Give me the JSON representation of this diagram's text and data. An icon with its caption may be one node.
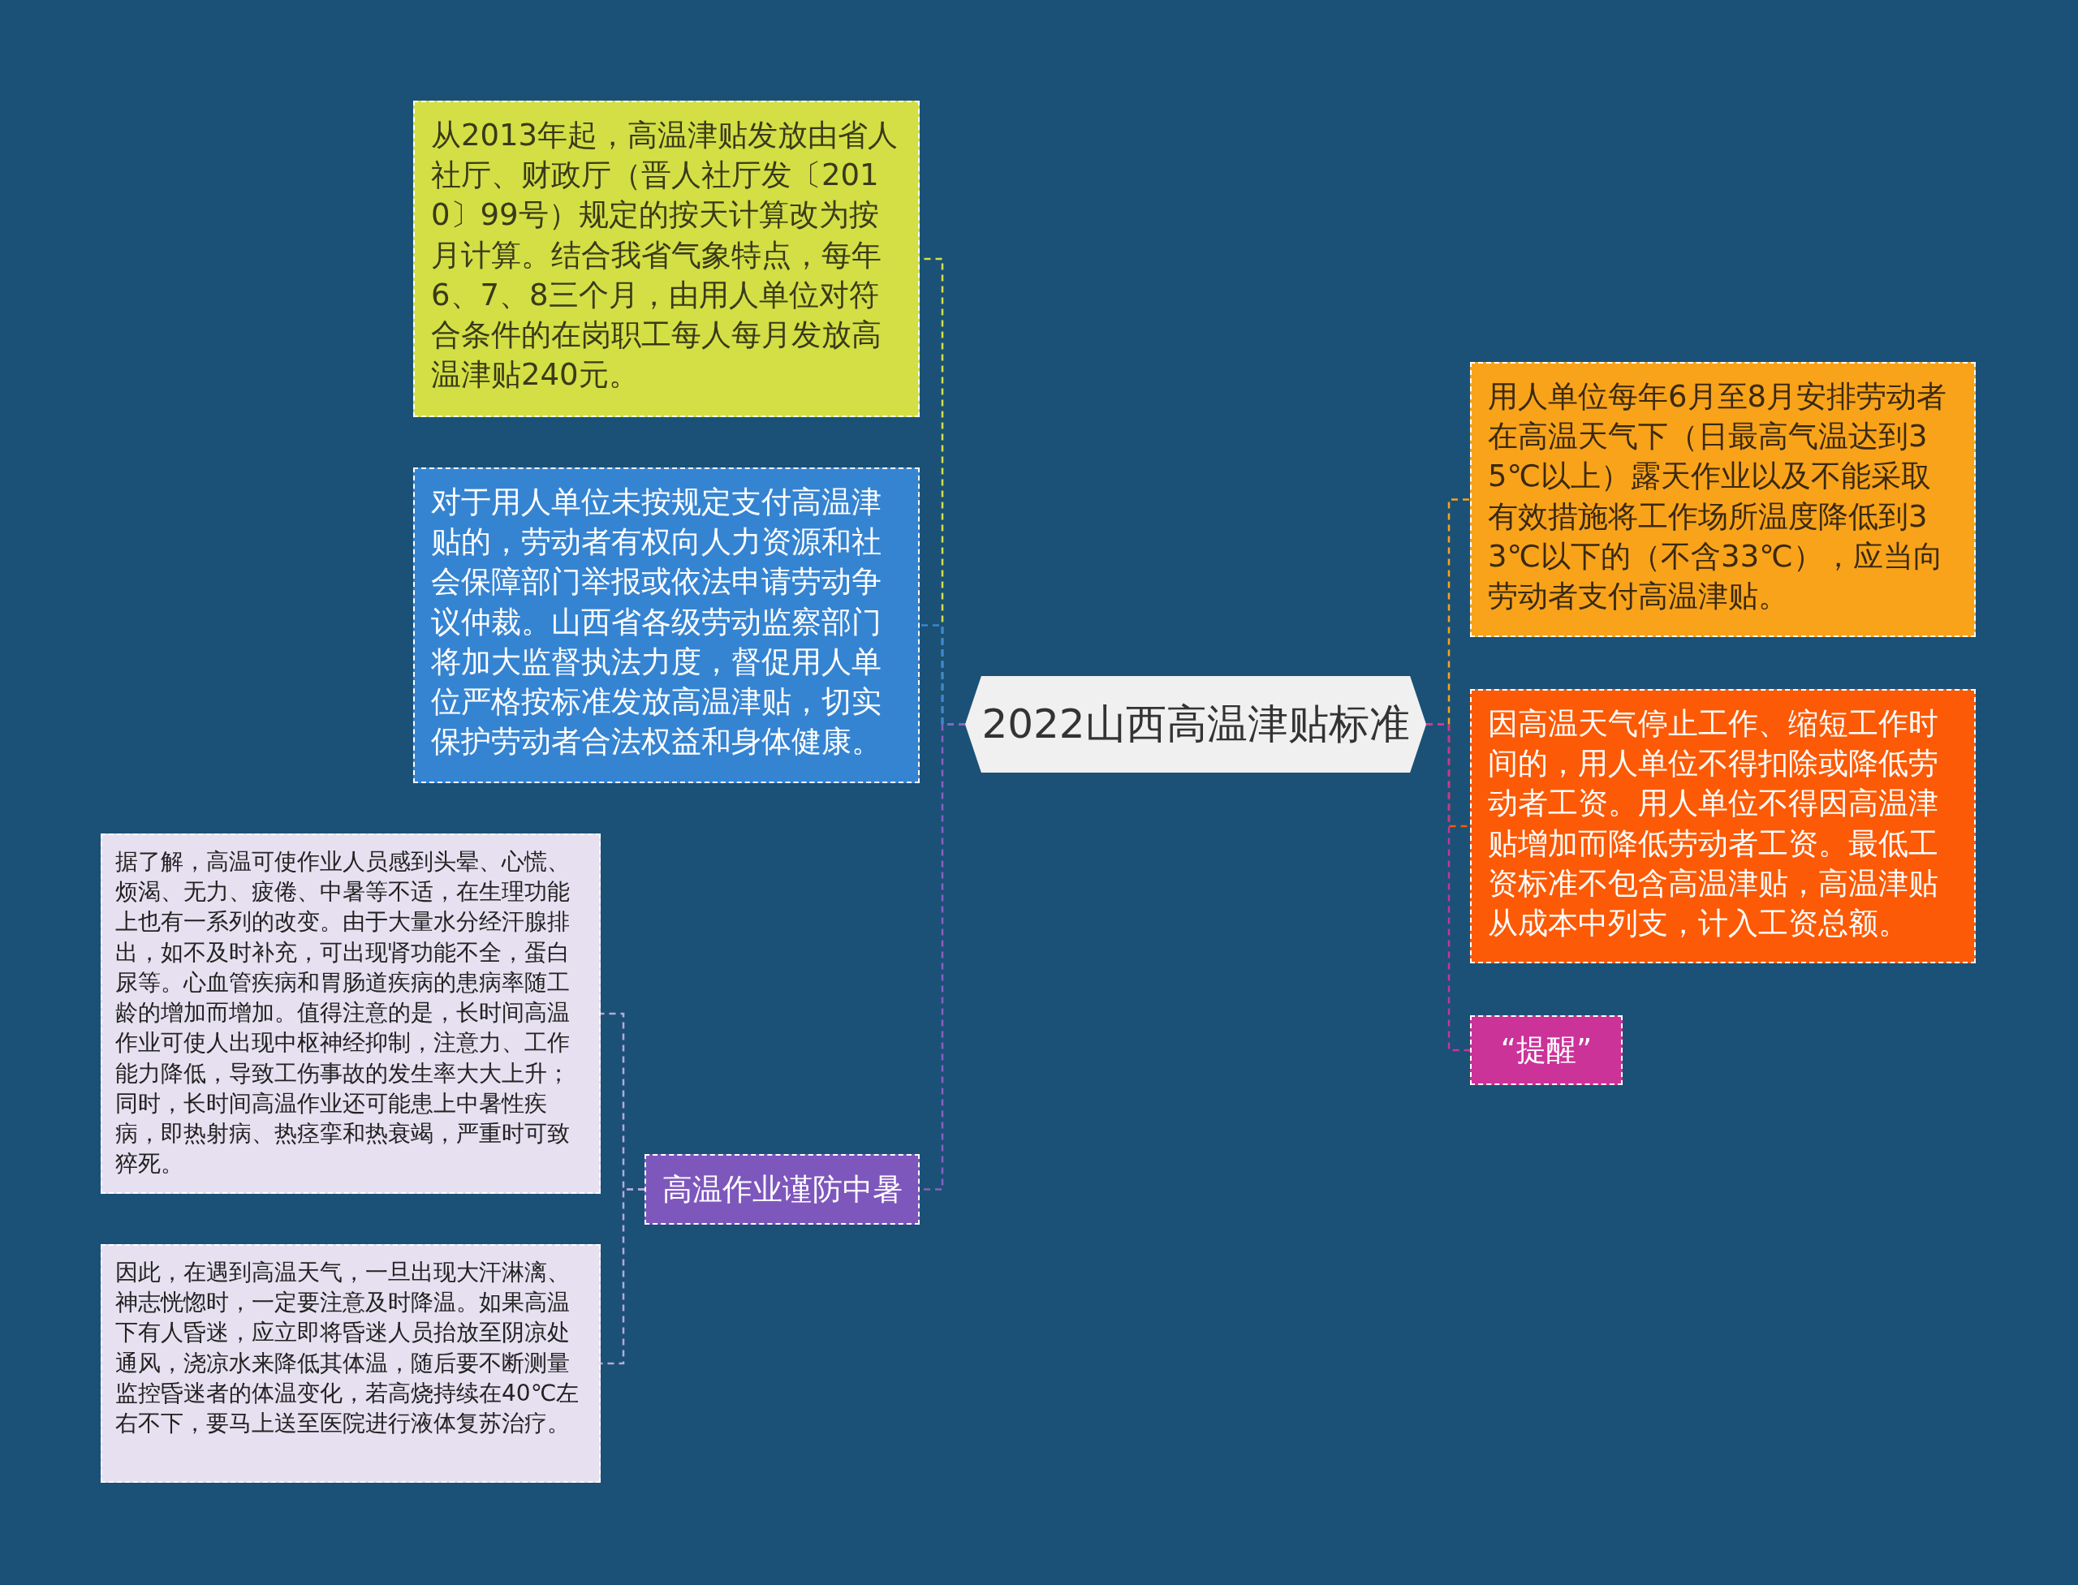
{
  "diagram": {
    "nodes": [
      {
        "text": [
          "2022山西高温津贴标准"
        ]
      },
      {
        "text": [
          "从2013年起，高温津贴发放由省人社厅、财政厅（晋人社厅发〔2010〕99号）规定的按天计算改为按月计算。结合我省气象特点，每年6、7、8三个月，由用人单位对符合条件的在岗职工每人每月发放高温津贴240元。"
        ]
      },
      {
        "text": [
          "对于用人单位未按规定支付高温津贴的，劳动者有权向人力资源和社会保障部门举报或依法申请劳动争议仲裁。山西省各级劳动监察部门将加大监督执法力度，督促用人单位严格按标准发放高温津贴，切实保护劳动者合法权益和身体健康。"
        ]
      },
      {
        "text": [
          "高温作业谨防中暑"
        ]
      },
      {
        "text": [
          "据了解，高温可使作业人员感到头晕、心慌、烦渴、无力、疲倦、中暑等不适，在生理功能上也有一系列的改变。由于大量水分经汗腺排出，如不及时补充，可出现肾功能不全，蛋白尿等。心血管疾病和胃肠道疾病的患病率随工龄的增加而增加。值得注意的是，长时间高温作业可使人出现中枢神经抑制，注意力、工作能力降低，导致工伤事故的发生率大大上升；同时，长时间高温作业还可能患上中暑性疾病，即热射病、热痉挛和热衰竭，严重时可致猝死。"
        ]
      },
      {
        "text": [
          "因此，在遇到高温天气，一旦出现大汗淋漓、神志恍惚时，一定要注意及时降温。如果高温下有人昏迷，应立即将昏迷人员抬放至阴凉处通风，浇凉水来降低其体温，随后要不断测量监控昏迷者的体温变化，若高烧持续在40℃左右不下，要马上送至医院进行液体复苏治疗。"
        ]
      },
      {
        "text": [
          "用人单位每年6月至8月安排劳动者在高温天气下（日最高气温达到35℃以上）露天作业以及不能采取有效措施将工作场所温度降低到33℃以下的（不含33℃），应当向劳动者支付高温津贴。"
        ]
      },
      {
        "text": [
          "因高温天气停止工作、缩短工作时间的，用人单位不得扣除或降低劳动者工资。用人单位不得因高温津贴增加而降低劳动者工资。最低工资标准不包含高温津贴，高温津贴从成本中列支，计入工资总额。"
        ]
      },
      {
        "text": [
          "“提醒”"
        ]
      }
    ],
    "edges": [
      {
        "from": 0,
        "to": 1,
        "arrow": "none",
        "color": "#d4e04a"
      },
      {
        "from": 0,
        "to": 2,
        "arrow": "none",
        "color": "#3a87d4"
      },
      {
        "from": 0,
        "to": 3,
        "arrow": "none",
        "color": "#8a5fc4"
      },
      {
        "from": 3,
        "to": 4,
        "arrow": "none",
        "color": "#b8a8d8"
      },
      {
        "from": 3,
        "to": 5,
        "arrow": "none",
        "color": "#b8a8d8"
      },
      {
        "from": 0,
        "to": 6,
        "arrow": "none",
        "color": "#f9a31b"
      },
      {
        "from": 0,
        "to": 7,
        "arrow": "none",
        "color": "#fc5a06"
      },
      {
        "from": 0,
        "to": 8,
        "arrow": "none",
        "color": "#cc3399"
      }
    ]
  }
}
